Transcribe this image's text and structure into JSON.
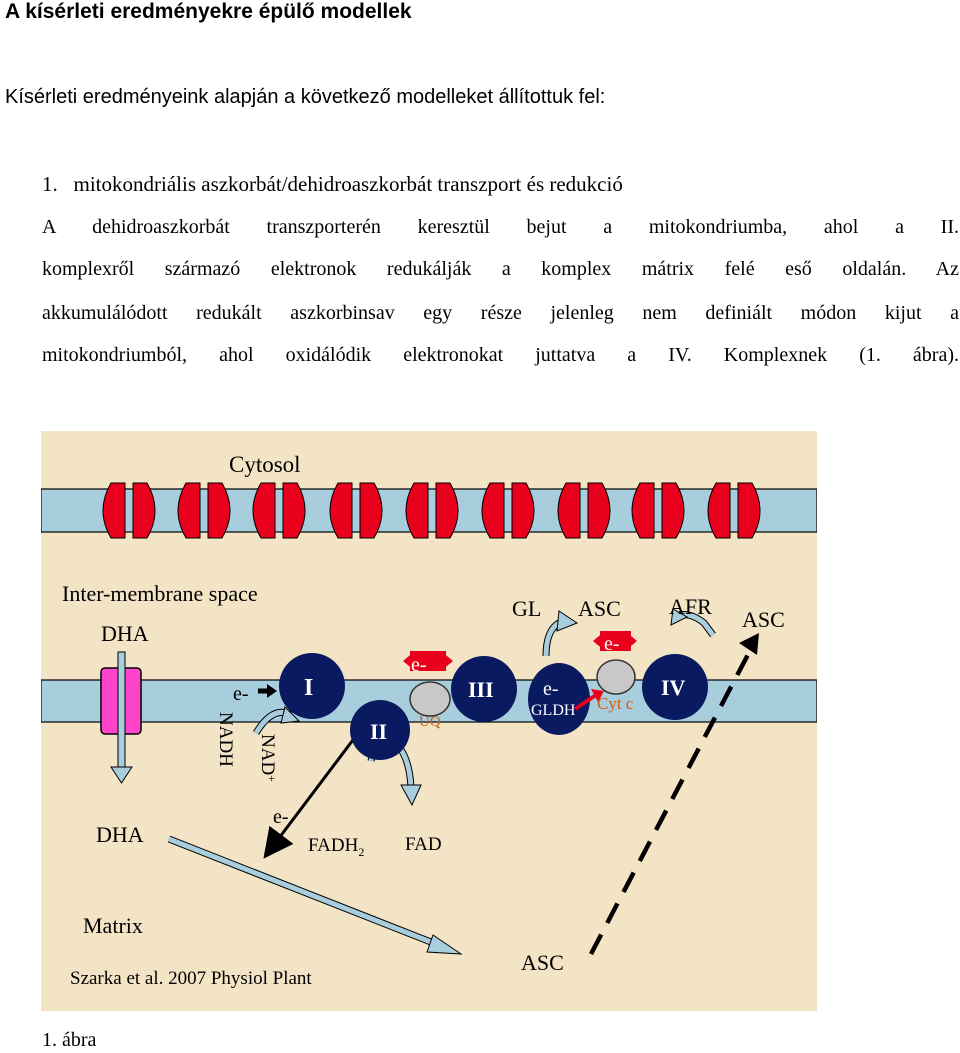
{
  "heading": "A kísérleti eredményekre épülő modellek",
  "intro": "Kísérleti eredményeink alapján a következő modelleket állítottuk fel:",
  "section": {
    "number": "1.",
    "title": "mitokondriális aszkorbát/dehidroaszkorbát transzport és redukció"
  },
  "paragraph_lines": [
    "A dehidroaszkorbát transzporterén keresztül bejut a mitokondriumba, ahol a II.",
    "komplexről származó elektronok redukálják a komplex mátrix felé eső oldalán. Az",
    "akkumulálódott redukált aszkorbinsav egy része jelenleg nem definiált módon kijut a",
    "mitokondriumból, ahol oxidálódik elektronokat juttatva a IV. Komplexnek (1. ábra)."
  ],
  "figure": {
    "cytosol": "Cytosol",
    "intermembrane": "Inter-membrane space",
    "matrix": "Matrix",
    "dha_top": "DHA",
    "dha_bottom": "DHA",
    "complex_I": "I",
    "complex_II": "II",
    "complex_III": "III",
    "complex_IV": "IV",
    "uq": "UQ",
    "gldh": "GLDH",
    "cytc": "Cyt c",
    "e_minus": "e-",
    "nadh": "NADH",
    "nad_plus": "NAD",
    "nad_sup": "+",
    "fadh2": "FADH",
    "fadh2_sub": "2",
    "fad": "FAD",
    "gl": "GL",
    "asc": "ASC",
    "afr": "AFR",
    "citation": "Szarka et al. 2007 Physiol Plant",
    "colors": {
      "background": "#f2e4c5",
      "membrane": "#a8cede",
      "porin": "#e8001c",
      "complex": "#0a1a60",
      "carrier": "#c8c8c8",
      "electron_label": "#e8001c",
      "transporter": "#ff44cc"
    }
  },
  "caption": "1. ábra"
}
